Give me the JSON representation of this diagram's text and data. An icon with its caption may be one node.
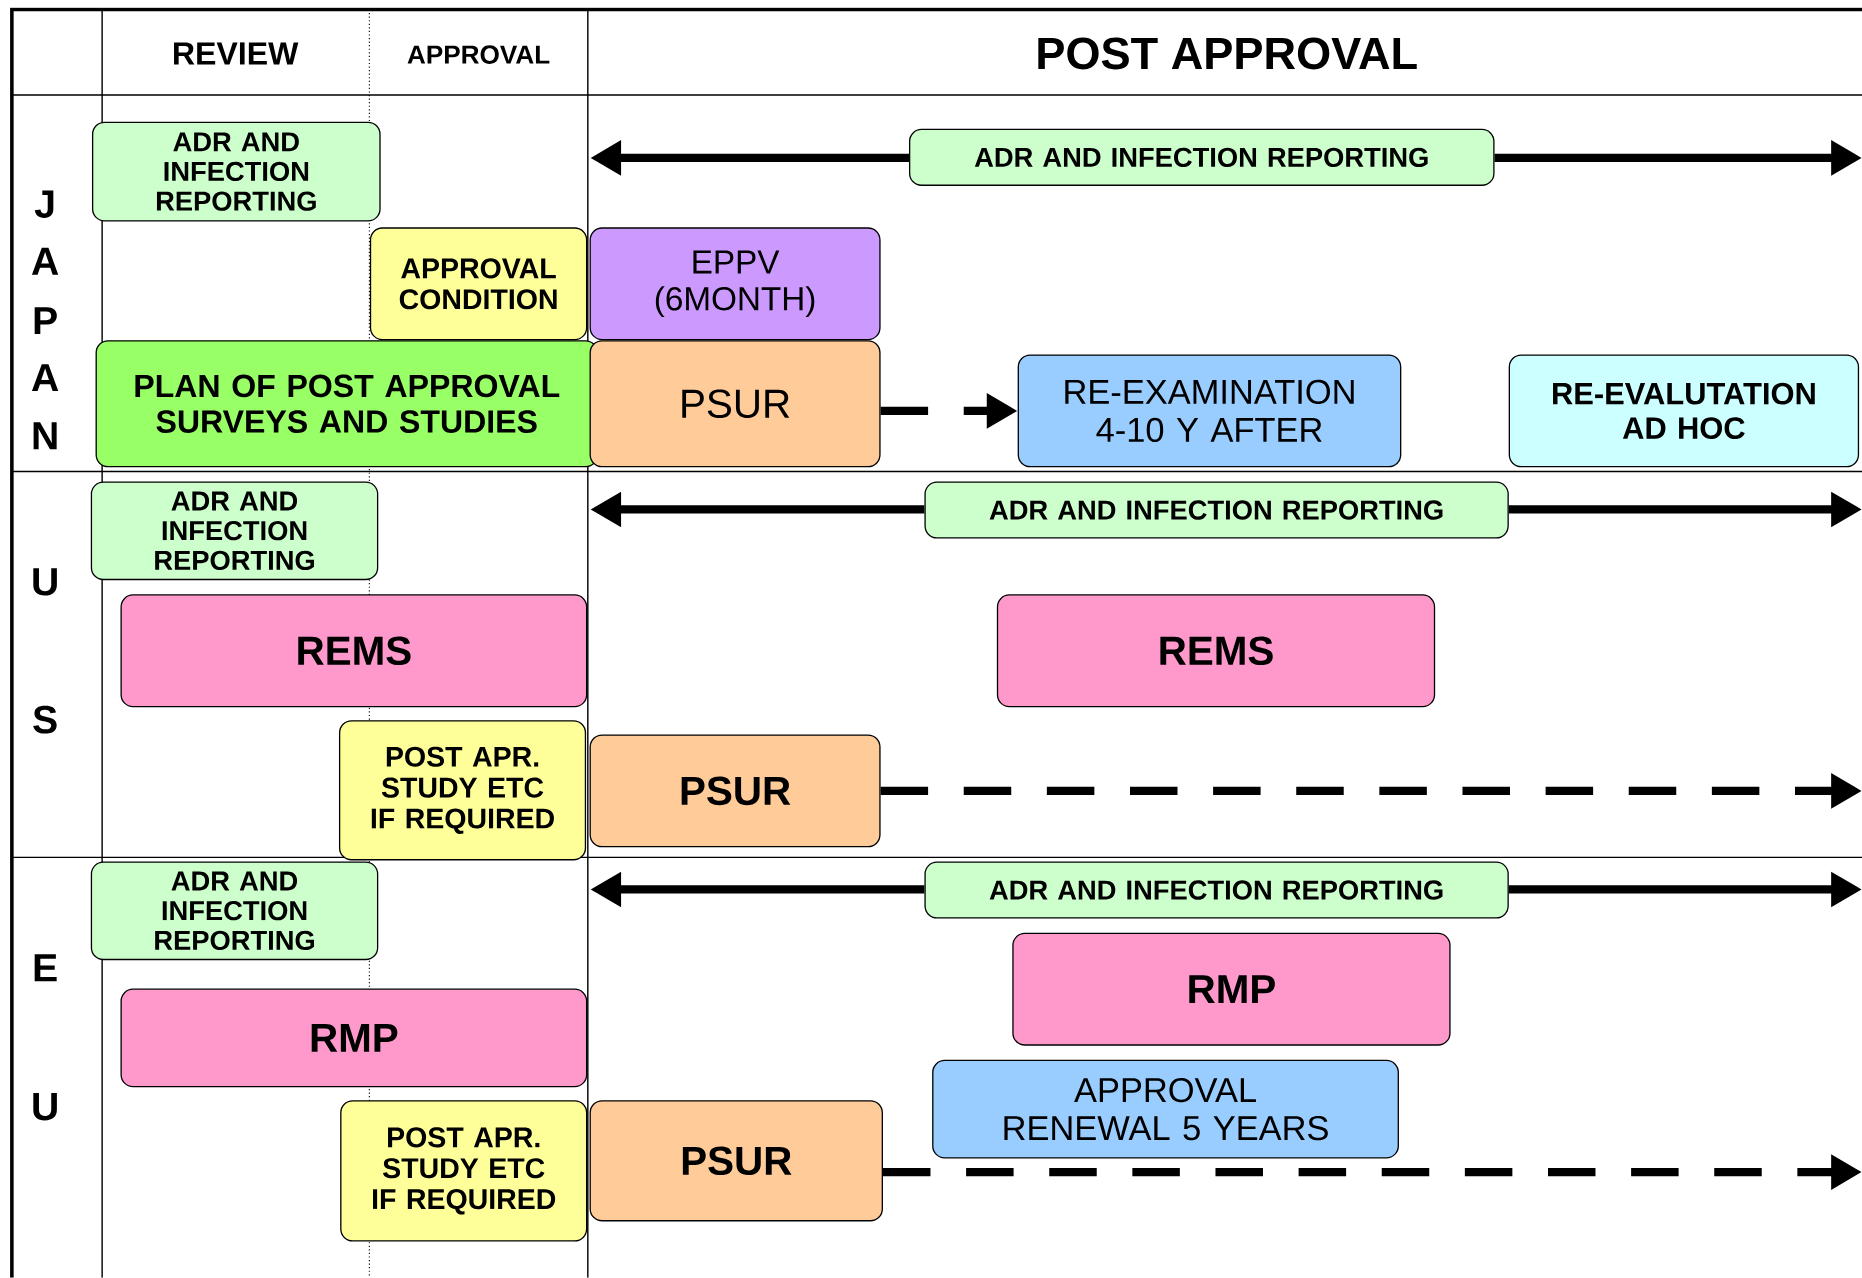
{
  "diagram": {
    "nodes": [
      {
        "text": [
          "ADR AND INFECTION REPORTING"
        ]
      },
      {
        "text": [
          "ADR AND INFECTION REPORTING"
        ]
      },
      {
        "text": [
          "APPROVAL CONDITION"
        ]
      },
      {
        "text": [
          "EPPV (6MONTH)"
        ]
      },
      {
        "text": [
          "PLAN OF POST APPROVAL SURVEYS AND STUDIES"
        ]
      },
      {
        "text": [
          "PSUR"
        ]
      },
      {
        "text": [
          "RE-EXAMINATION 4-10 Y AFTER"
        ]
      },
      {
        "text": [
          "RE-EVALUTATION AD HOC"
        ]
      },
      {
        "text": [
          "ADR AND INFECTION REPORTING"
        ]
      },
      {
        "text": [
          "ADR AND INFECTION REPORTING"
        ]
      },
      {
        "text": [
          "REMS"
        ]
      },
      {
        "text": [
          "REMS"
        ]
      },
      {
        "text": [
          "POST APR. STUDY ETC IF REQUIRED"
        ]
      },
      {
        "text": [
          "PSUR"
        ]
      },
      {
        "text": [
          "ADR AND INFECTION REPORTING"
        ]
      },
      {
        "text": [
          "ADR AND INFECTION REPORTING"
        ]
      },
      {
        "text": [
          "RMP"
        ]
      },
      {
        "text": [
          "RMP"
        ]
      },
      {
        "text": [
          "APPROVAL RENEWAL 5 YEARS"
        ]
      },
      {
        "text": [
          "POST APR. STUDY ETC IF REQUIRED"
        ]
      },
      {
        "text": [
          "PSUR"
        ]
      }
    ],
    "edges": [
      {
        "from": 1,
        "to": null,
        "arrow": "to"
      },
      {
        "from": 1,
        "to": null,
        "arrow": "to"
      },
      {
        "from": 5,
        "to": 6,
        "arrow": "to",
        "style": "dashed"
      },
      {
        "from": 9,
        "to": null,
        "arrow": "to"
      },
      {
        "from": 9,
        "to": null,
        "arrow": "to"
      },
      {
        "from": 13,
        "to": null,
        "arrow": "to",
        "style": "dashed"
      },
      {
        "from": 15,
        "to": null,
        "arrow": "to"
      },
      {
        "from": 15,
        "to": null,
        "arrow": "to"
      },
      {
        "from": 20,
        "to": null,
        "arrow": "to",
        "style": "dashed"
      }
    ],
    "labels": [
      "REVIEW",
      "APPROVAL",
      "POST APPROVAL",
      "J",
      "A",
      "P",
      "A",
      "N",
      "U",
      "S",
      "E",
      "U"
    ]
  }
}
